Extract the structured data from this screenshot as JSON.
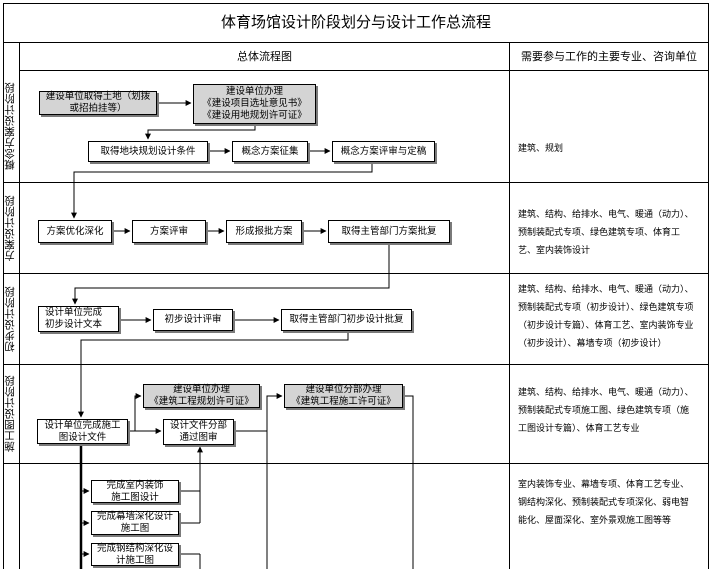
{
  "title": "体育场馆设计阶段划分与设计工作总流程",
  "columns": {
    "flow": "总体流程图",
    "units": "需要参与工作的主要专业、咨询单位"
  },
  "phases": [
    {
      "id": "concept",
      "label": "概念方案设计阶段",
      "units": "建筑、规划"
    },
    {
      "id": "scheme",
      "label": "方案设计阶段",
      "units": "建筑、结构、给排水、电气、暖通（动力）、预制装配式专项、绿色建筑专项、体育工艺、室内装饰设计"
    },
    {
      "id": "prelim",
      "label": "初步设计阶段",
      "units": "建筑、结构、给排水、电气、暖通（动力）、预制装配式专项（初步设计）、绿色建筑专项（初步设计专篇）、体育工艺、室内装饰专业（初步设计）、幕墙专项（初步设计）"
    },
    {
      "id": "construction",
      "label": "施工图设计阶段",
      "units": "建筑、结构、给排水、电气、暖通（动力）、预制装配式专项施工图、绿色建筑专项（施工图设计专篇）、体育工艺专业"
    },
    {
      "id": "deepening",
      "label": "",
      "units": "室内装饰专业、幕墙专项、体育工艺专业、钢结构深化、预制装配式专项深化、弱电智能化、屋面深化、室外景观施工图等等"
    }
  ],
  "nodes": {
    "land": "建设单位取得土地（划拨或招拍挂等）",
    "site_permit": "建设单位办理\n《建设项目选址意见书》\n《建设用地规划许可证》",
    "planning_conditions": "取得地块规划设计条件",
    "concept_collect": "概念方案征集",
    "concept_review": "概念方案评审与定稿",
    "scheme_optimize": "方案优化深化",
    "scheme_review": "方案评审",
    "scheme_report": "形成报批方案",
    "scheme_approval": "取得主管部门方案批复",
    "prelim_doc": "设计单位完成\n初步设计文本",
    "prelim_review": "初步设计评审",
    "prelim_approval": "取得主管部门初步设计批复",
    "cd_docs": "设计单位完成施工\n图设计文件",
    "plan_permit": "建设单位办理\n《建筑工程规划许可证》",
    "cd_review": "设计文件分部\n通过图审",
    "construct_permit": "建设单位分部办理\n《建筑工程施工许可证》",
    "interior_cd": "完成室内装饰\n施工图设计",
    "curtain_cd": "完成幕墙深化设计\n施工图",
    "steel_cd": "完成钢结构深化设\n计施工图"
  }
}
